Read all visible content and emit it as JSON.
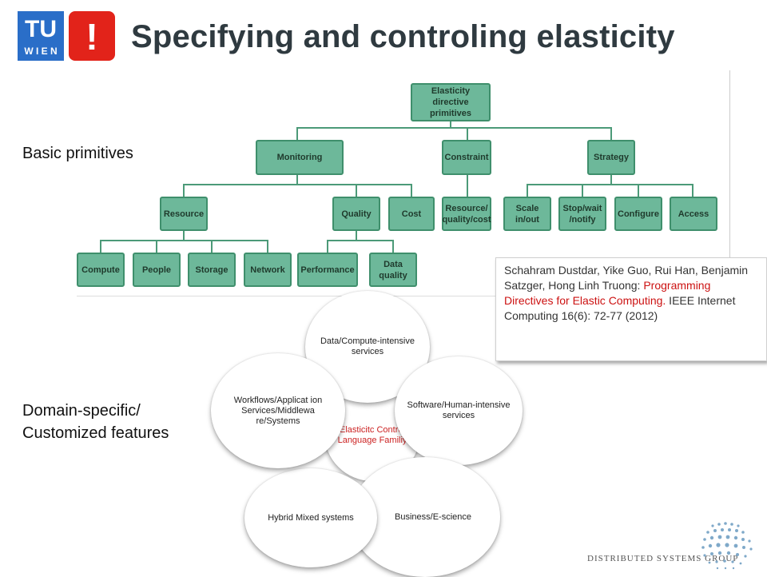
{
  "header": {
    "logo": {
      "line1": "TU",
      "line2": "W I E N",
      "mark": "!"
    },
    "title": "Specifying and controling elasticity"
  },
  "labels": {
    "basic": "Basic primitives",
    "domain_line1": "Domain-specific/",
    "domain_line2": "Customized features"
  },
  "tree": {
    "root": "Elasticity directive primitives",
    "monitoring": "Monitoring",
    "constraint": "Constraint",
    "strategy": "Strategy",
    "resource": "Resource",
    "quality": "Quality",
    "cost": "Cost",
    "resource_quality_cost": "Resource/ quality/cost",
    "scale": "Scale in/out",
    "stopwait": "Stop/wait /notify",
    "configure": "Configure",
    "access": "Access",
    "compute": "Compute",
    "people": "People",
    "storage": "Storage",
    "network": "Network",
    "performance": "Performance",
    "data_quality": "Data quality"
  },
  "reference": {
    "authors": "Schahram Dustdar, Yike Guo, Rui Han, Benjamin Satzger, Hong Linh Truong:",
    "paper_title": "Programming Directives for Elastic Computing.",
    "venue": " IEEE Internet Computing 16(6): 72-77 (2012)"
  },
  "cycle": {
    "center": "Elasticitc Control Language Familiy",
    "top": "Data/Compute-intensive services",
    "right": "Software/Human-intensive services",
    "bottom": "Business/E-science",
    "bottom_left": "Hybrid Mixed systems",
    "left": "Workflows/Applicat ion Services/Middlewa re/Systems"
  },
  "footer": {
    "group": "DISTRIBUTED SYSTEMS GROUP"
  },
  "colors": {
    "node_fill": "#6db89a",
    "node_border": "#3f8f6c",
    "brand_red": "#e2231a",
    "title": "#2f3a40",
    "reference_highlight": "#cc1111"
  }
}
